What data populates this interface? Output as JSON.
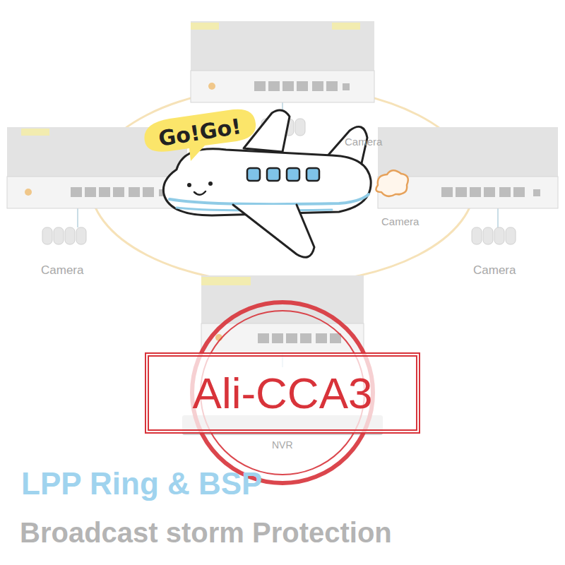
{
  "diagram": {
    "nodes": [
      {
        "text": [
          "Go!Go!"
        ]
      },
      {
        "text": [
          "Ali-CCA3"
        ]
      }
    ],
    "labels": [
      "Camera",
      "Camera",
      "Camera",
      "Camera",
      "NVR",
      "LPP Ring & BSP",
      "Broadcast storm Protection"
    ]
  }
}
